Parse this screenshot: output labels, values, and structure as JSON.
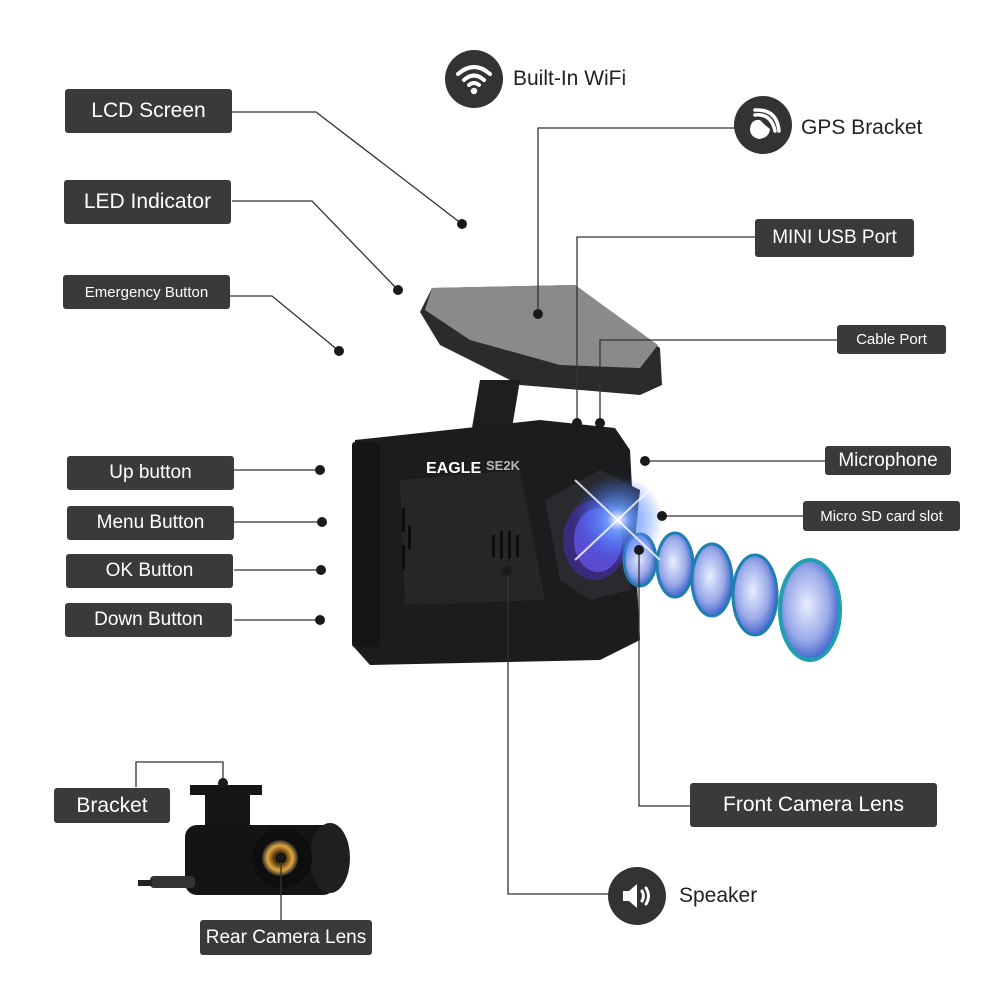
{
  "product": {
    "brand": "EAGLE",
    "model": "SE2K"
  },
  "icon_features": [
    {
      "label": "Built-In WiFi",
      "icon": "wifi-icon"
    },
    {
      "label": "GPS Bracket",
      "icon": "gps-icon"
    },
    {
      "label": "Speaker",
      "icon": "speaker-icon"
    }
  ],
  "left_labels": {
    "lcd_screen": "LCD Screen",
    "led_indicator": "LED Indicator",
    "emergency_button": "Emergency Button",
    "up_button": "Up button",
    "menu_button": "Menu Button",
    "ok_button": "OK Button",
    "down_button": "Down Button"
  },
  "right_labels": {
    "mini_usb_port": "MINI USB Port",
    "cable_port": "Cable Port",
    "microphone": "Microphone",
    "micro_sd_slot": "Micro SD card slot",
    "front_camera_lens": "Front Camera Lens"
  },
  "rear_camera": {
    "bracket": "Bracket",
    "rear_camera_lens": "Rear Camera Lens"
  },
  "colors": {
    "label_bg": "#3a3a3a",
    "label_text": "#ffffff",
    "line": "#333333",
    "lens_glow": "#2f6bff"
  }
}
